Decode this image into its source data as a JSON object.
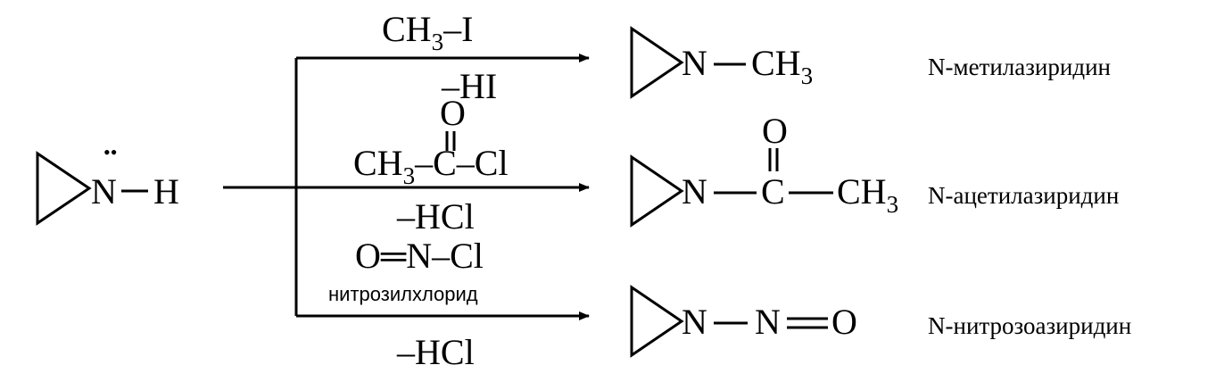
{
  "reactant": {
    "atom_n": "N",
    "atom_h": "H",
    "lone_pair": "••"
  },
  "reactions": [
    {
      "reagent": {
        "c": "CH",
        "sub": "3",
        "rest": "–I"
      },
      "byproduct": "–HI",
      "product": {
        "n": "N",
        "c": "CH",
        "sub": "3"
      },
      "name": "N-метилазиридин"
    },
    {
      "reagent": {
        "o": "O",
        "c": "CH",
        "sub": "3",
        "mid": "–C–Cl"
      },
      "byproduct": "–HCl",
      "product": {
        "n": "N",
        "c": "C",
        "o": "O",
        "c2": "CH",
        "sub": "3"
      },
      "name": "N-ацетилазиридин"
    },
    {
      "reagent": {
        "formula": "O═N–Cl",
        "label": "нитрозилхлорид"
      },
      "byproduct": "–HCl",
      "product": {
        "n": "N",
        "n2": "N",
        "o": "O"
      },
      "name": "N-нитрозоазиридин"
    }
  ]
}
